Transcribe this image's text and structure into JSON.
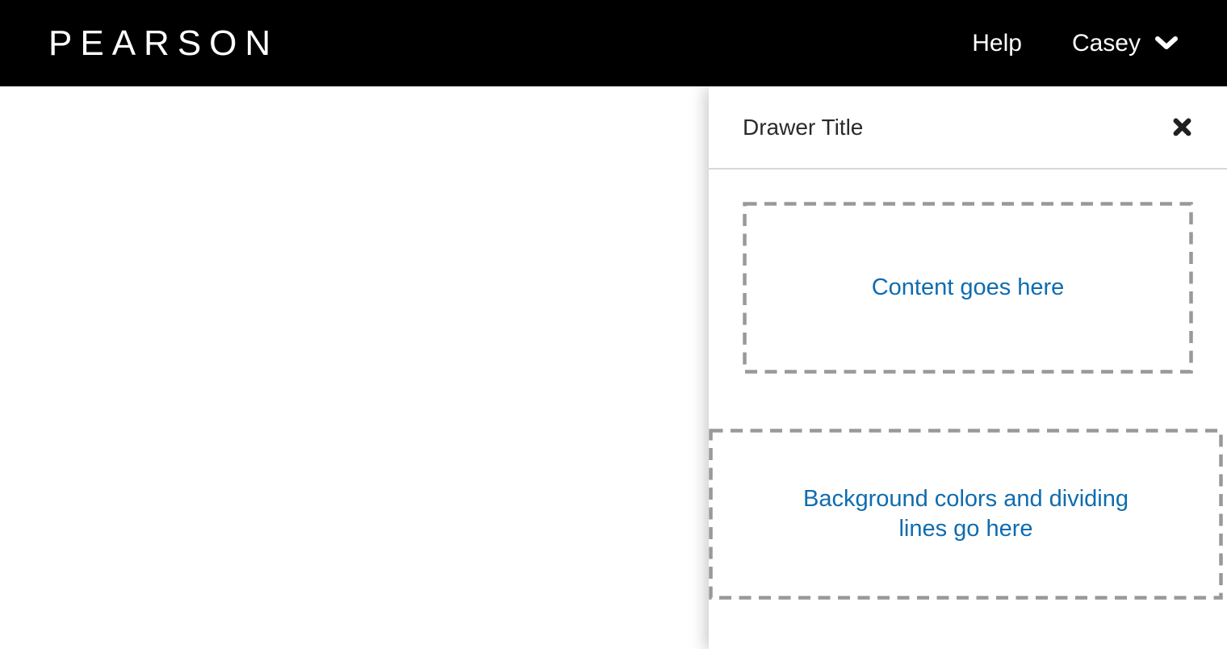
{
  "header": {
    "logo_text": "PEARSON",
    "help_label": "Help",
    "user_name": "Casey",
    "bg_color": "#000000",
    "text_color": "#ffffff",
    "icons": {
      "user_dropdown": "chevron-down"
    }
  },
  "drawer": {
    "title": "Drawer Title",
    "close_icon": "heavy-x",
    "content_placeholder": "Content goes here",
    "background_placeholder": "Background colors and dividing lines go here",
    "placeholder_text_color": "#0f6cb0",
    "dash_border_color": "#999999",
    "divider_color": "#d9d9d9",
    "title_color": "#2a2a2a"
  }
}
